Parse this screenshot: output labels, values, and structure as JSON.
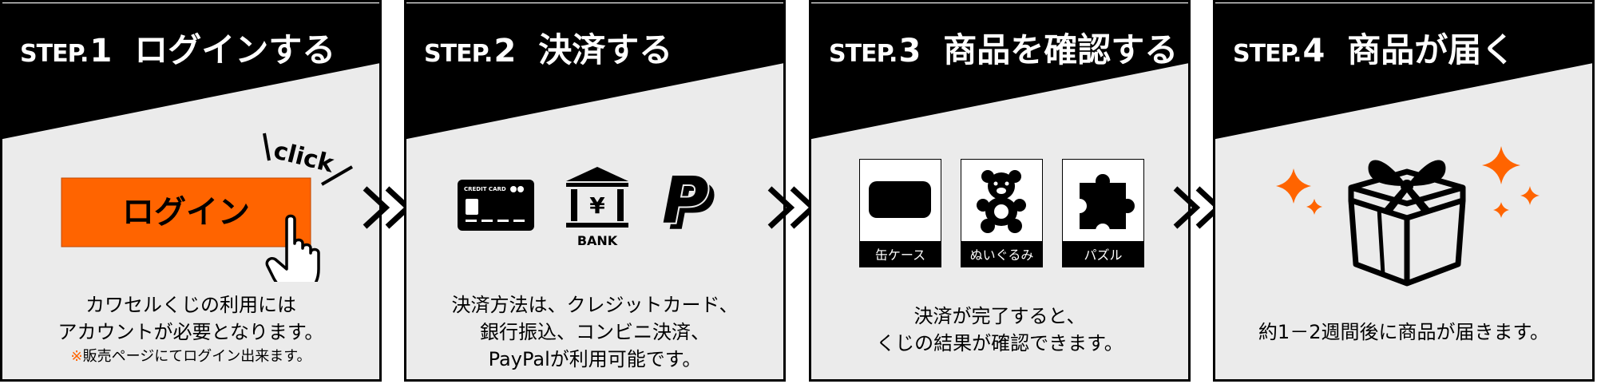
{
  "steps": [
    {
      "step_label": "STEP.",
      "step_number": "1",
      "title": "ログインする",
      "button_label": "ログイン",
      "click_label": "click",
      "description_lines": [
        "カワセルくじの利用には",
        "アカウントが必要となります。"
      ],
      "note_mark": "※",
      "note": "販売ページにてログイン出来ます。"
    },
    {
      "step_label": "STEP.",
      "step_number": "2",
      "title": "決済する",
      "card_label": "CREDIT CARD",
      "bank_symbol": "¥",
      "bank_label": "BANK",
      "paypal_symbol": "P",
      "description_lines": [
        "決済方法は、クレジットカード、",
        "銀行振込、コンビニ決済、",
        "PayPalが利用可能です。"
      ]
    },
    {
      "step_label": "STEP.",
      "step_number": "3",
      "title": "商品を確認する",
      "items": [
        {
          "label": "缶ケース",
          "icon": "can-case-icon"
        },
        {
          "label": "ぬいぐるみ",
          "icon": "teddy-bear-icon"
        },
        {
          "label": "パズル",
          "icon": "puzzle-piece-icon"
        }
      ],
      "description_lines": [
        "決済が完了すると、",
        "くじの結果が確認できます。"
      ]
    },
    {
      "step_label": "STEP.",
      "step_number": "4",
      "title": "商品が届く",
      "description_lines": [
        "約1－2週間後に商品が届きます。"
      ]
    }
  ],
  "colors": {
    "accent": "#ff6400",
    "header": "#000000",
    "panel_bg": "#ebebeb",
    "text": "#000000"
  }
}
